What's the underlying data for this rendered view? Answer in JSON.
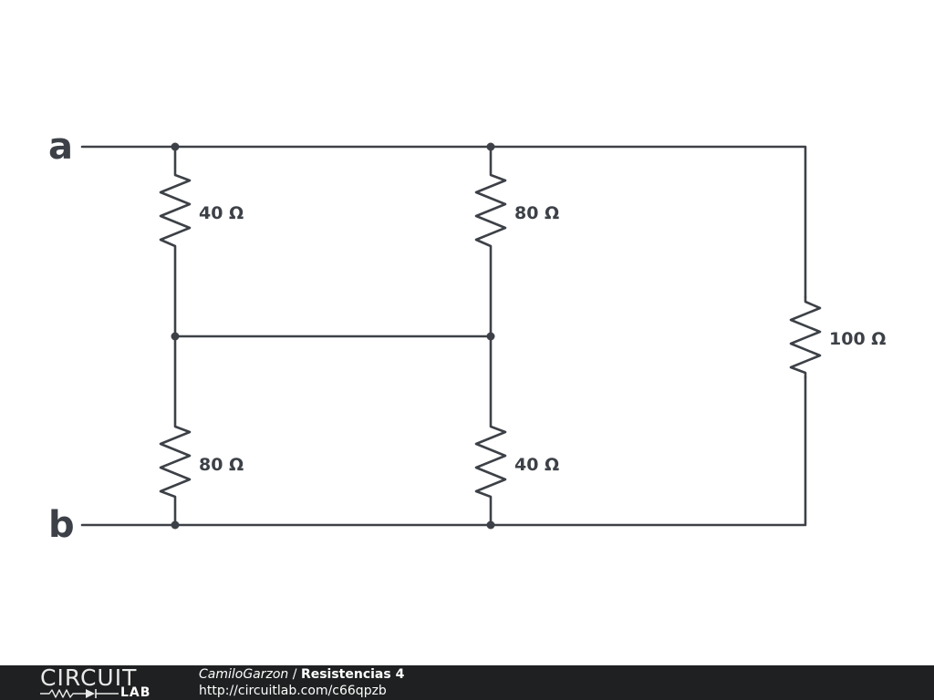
{
  "terminals": {
    "a": "a",
    "b": "b"
  },
  "resistors": {
    "top_left": "40 Ω",
    "top_middle": "80 Ω",
    "bottom_left": "80 Ω",
    "bottom_middle": "40 Ω",
    "right": "100 Ω"
  },
  "footer": {
    "logo_top": "CIRCUIT",
    "logo_bottom": "LAB",
    "author": "CamiloGarzon",
    "separator": " / ",
    "title": "Resistencias 4",
    "url": "http://circuitlab.com/c66qpzb"
  },
  "colors": {
    "wire": "#3d4147",
    "footer_background": "#1f2021",
    "footer_text": "#ffffff"
  }
}
